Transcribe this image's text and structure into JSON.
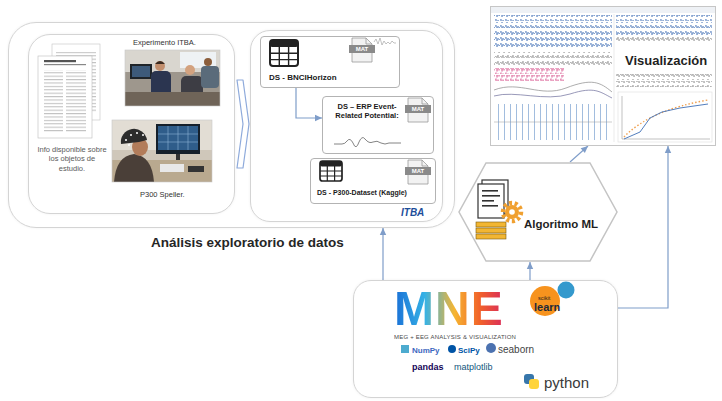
{
  "diagram": {
    "nodes": [
      {
        "text": [
          "Análisis exploratorio de datos"
        ]
      },
      {
        "text": [
          "Info disponible sobre los objetos de estudio."
        ],
        "in": 0
      },
      {
        "text": [
          "ITBA"
        ],
        "in": 0
      },
      {
        "text": [
          "DS - BNCIHorizon"
        ],
        "in": 2
      },
      {
        "text": [
          "DS – ERP Event-Related Potential:"
        ],
        "in": 2
      },
      {
        "text": [
          "DS - P300-Dataset (Kaggle)"
        ],
        "in": 2
      },
      {
        "text": [
          "Algoritmo ML"
        ]
      },
      {
        "text": [
          "Visualización"
        ]
      },
      {
        "text": [
          "MNE",
          "MEG + EEG ANALYSIS & VISUALIZATION",
          "scikit",
          "learn",
          "NumPy",
          "SciPy",
          "seaborn",
          "pandas",
          "matplotlib",
          "python"
        ]
      }
    ],
    "edges": [
      {
        "from": 1,
        "to": 2,
        "arrow": "to"
      },
      {
        "from": 3,
        "to": 4,
        "arrow": "to"
      },
      {
        "from": 8,
        "to": 0,
        "arrow": "to"
      },
      {
        "from": 8,
        "to": 6,
        "arrow": "to"
      },
      {
        "from": 6,
        "to": 7,
        "arrow": "to"
      },
      {
        "from": 8,
        "to": 7,
        "arrow": "to"
      }
    ],
    "labels": [
      "Experimento ITBA.",
      "P300 Speller.",
      "MAT",
      "MAT",
      "MAT"
    ]
  }
}
